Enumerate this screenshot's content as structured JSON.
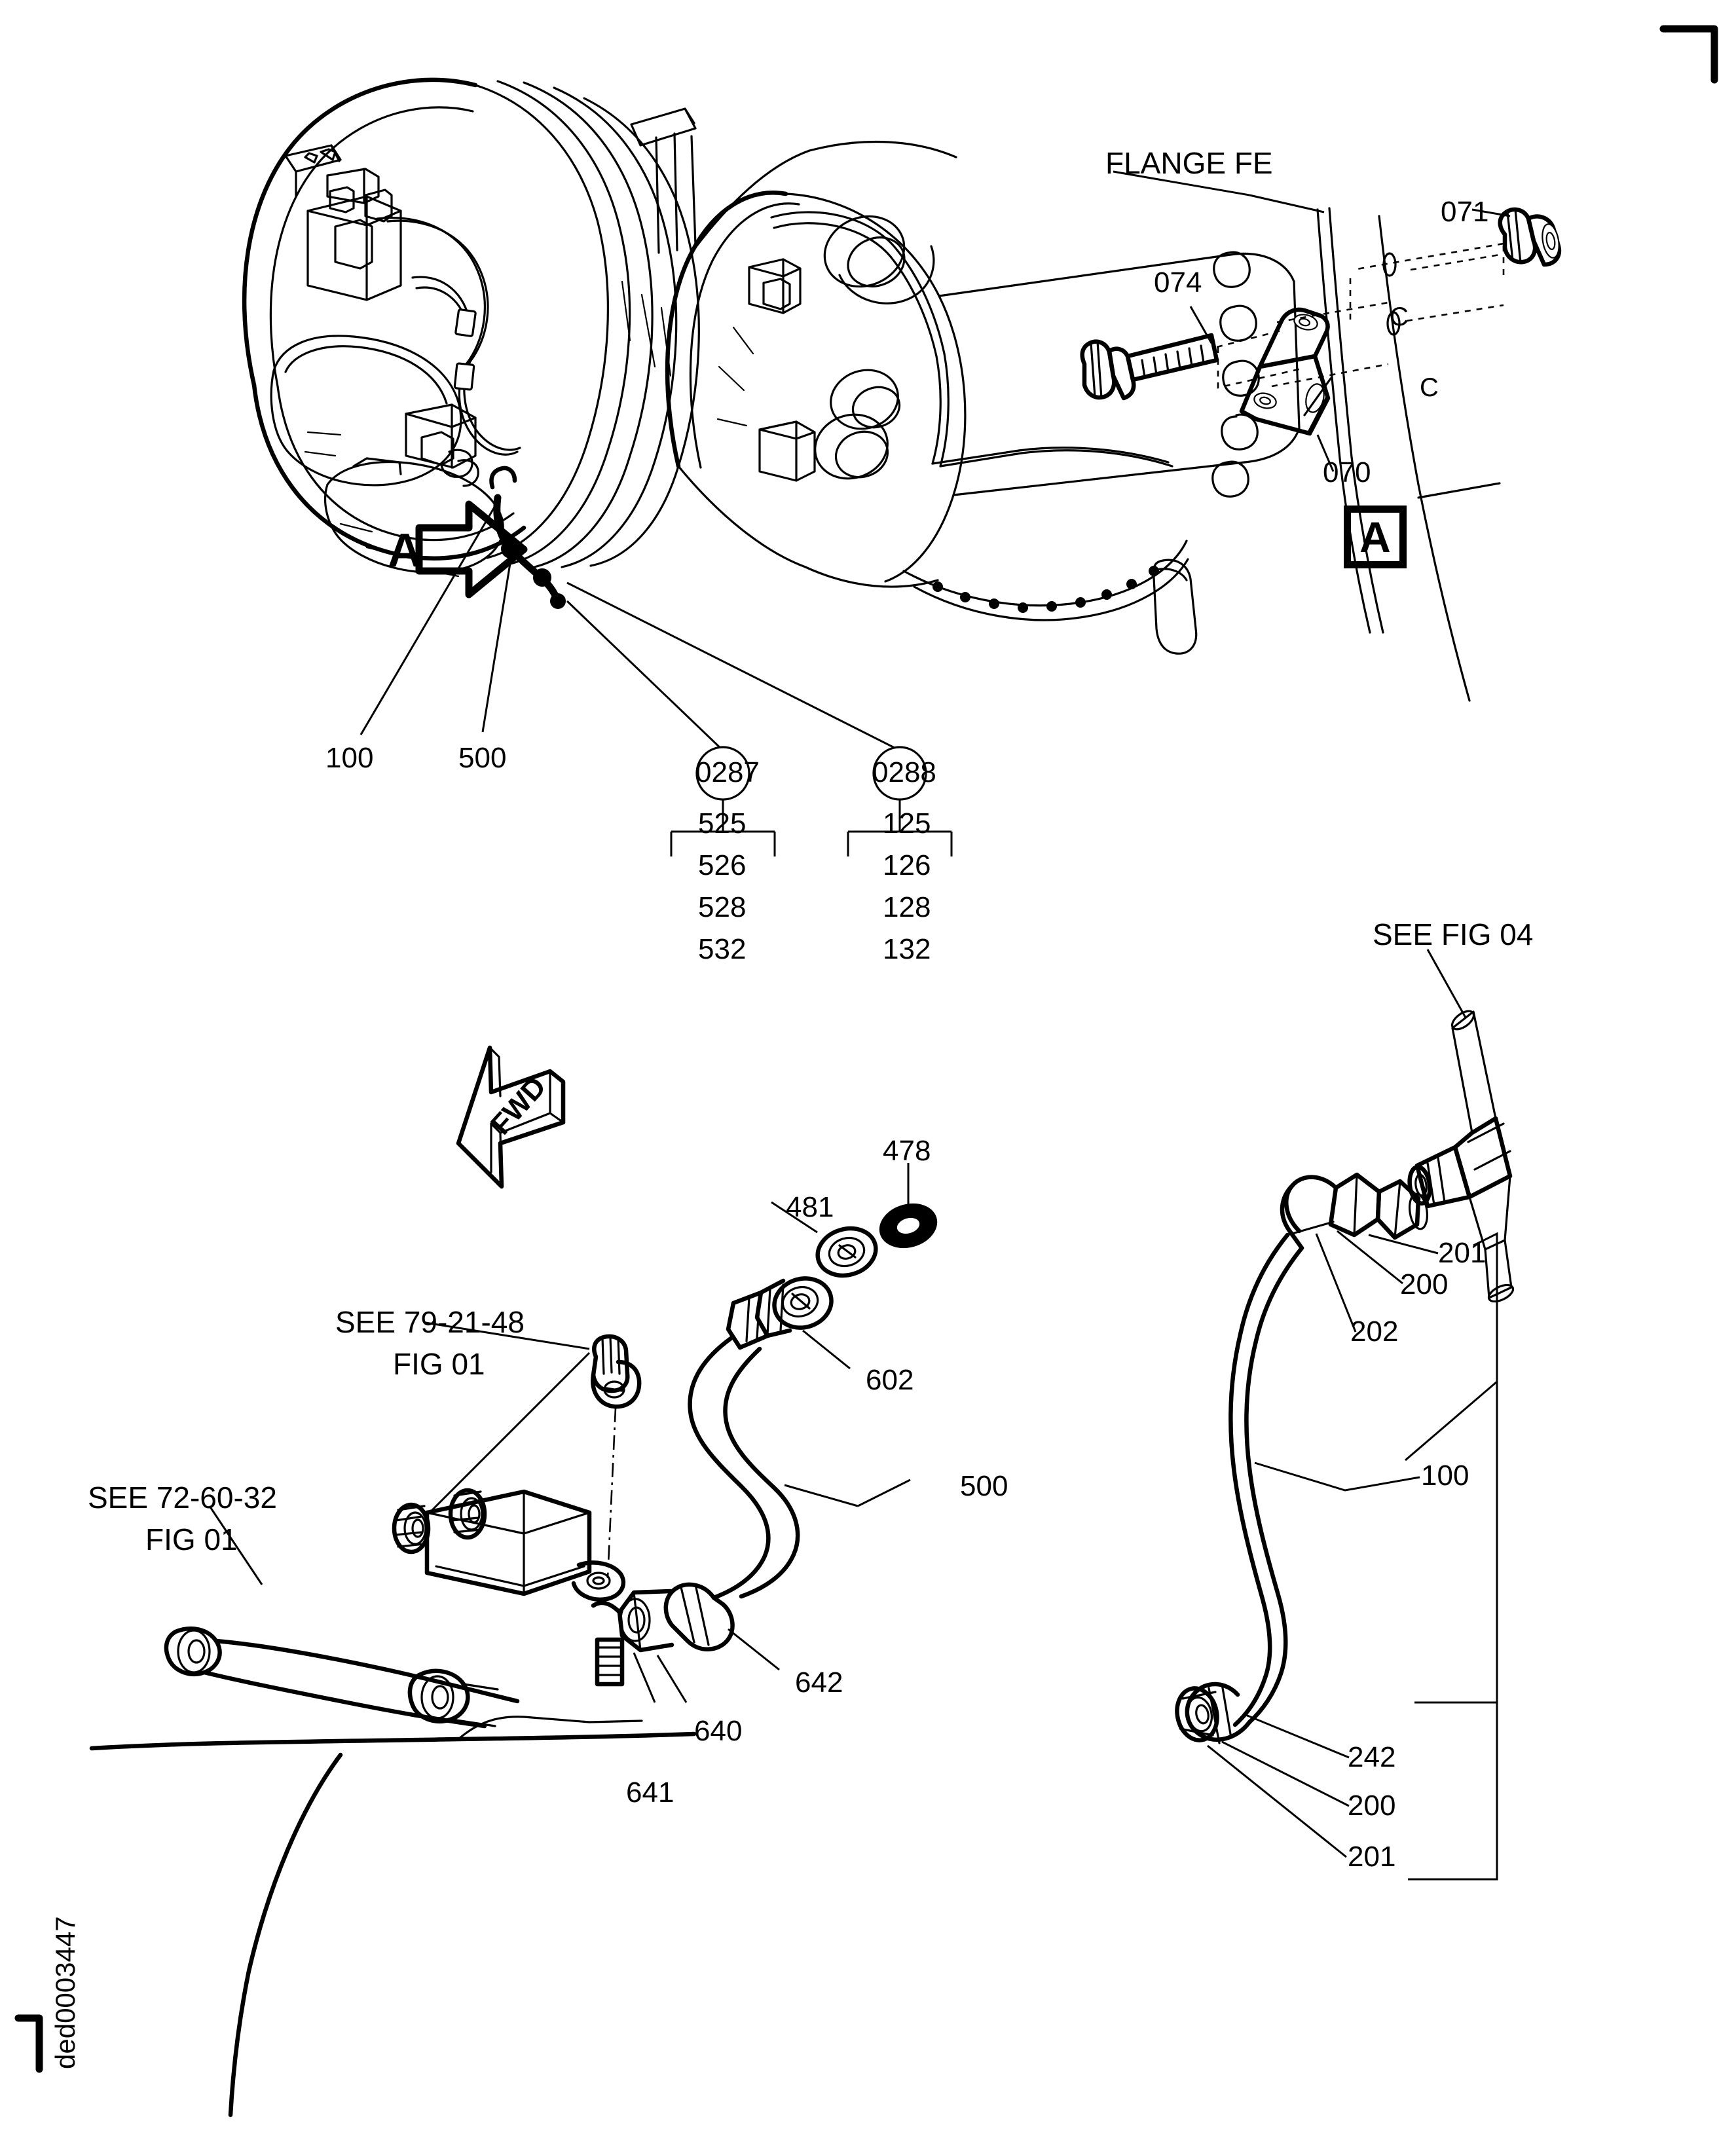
{
  "document": {
    "id_mark": "ded0003447"
  },
  "view_detail_a": {
    "flange_label": "FLANGE FE",
    "parts": [
      {
        "id": "074"
      },
      {
        "id": "071"
      },
      {
        "id": "070"
      }
    ],
    "section_marks": [
      "C",
      "C"
    ],
    "detail_key": "A"
  },
  "view_main_engine": {
    "section_arrow_label": "A",
    "callouts": [
      {
        "id": "100"
      },
      {
        "id": "500"
      }
    ],
    "balloons": [
      {
        "id": "0287",
        "variants": [
          "525",
          "526",
          "528",
          "532"
        ]
      },
      {
        "id": "0288",
        "variants": [
          "125",
          "126",
          "128",
          "132"
        ]
      }
    ]
  },
  "view_hose_assembly": {
    "orientation_arrow": "FWD",
    "references": [
      {
        "text_line1": "SEE 79-21-48",
        "text_line2": "FIG 01"
      },
      {
        "text_line1": "SEE 72-60-32",
        "text_line2": "FIG 01"
      }
    ],
    "parts": [
      {
        "id": "478"
      },
      {
        "id": "481"
      },
      {
        "id": "602"
      },
      {
        "id": "500"
      },
      {
        "id": "642"
      },
      {
        "id": "640"
      },
      {
        "id": "641"
      }
    ]
  },
  "view_tube_assembly": {
    "reference": "SEE FIG 04",
    "parts_upper": [
      {
        "id": "201"
      },
      {
        "id": "200"
      },
      {
        "id": "202"
      }
    ],
    "parts_mid": [
      {
        "id": "100"
      }
    ],
    "parts_lower": [
      {
        "id": "242"
      },
      {
        "id": "200"
      },
      {
        "id": "201"
      }
    ]
  },
  "colors": {
    "ink": "#000000",
    "paper": "#ffffff"
  }
}
